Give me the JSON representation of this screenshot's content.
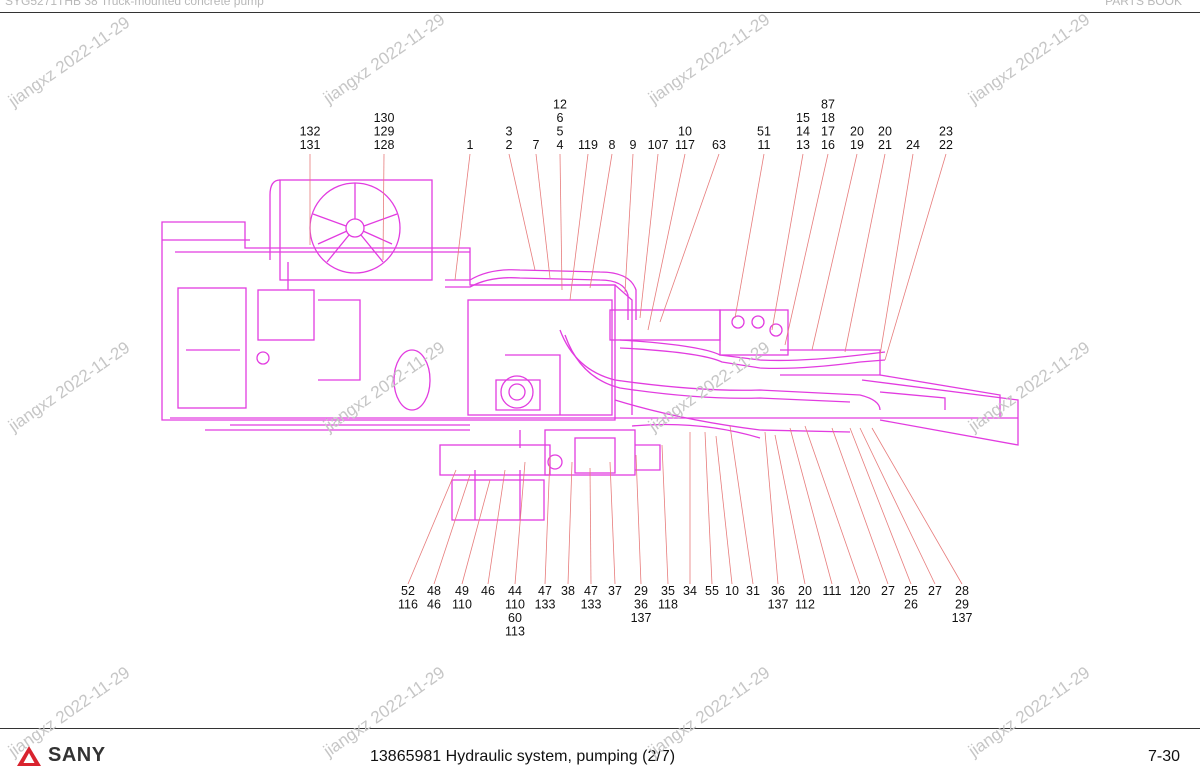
{
  "header": {
    "left_text": "SYG5271THB 38 Truck-mounted concrete pump",
    "right_text": "PARTS BOOK"
  },
  "watermark": "jiangxz 2022-11-29",
  "footer": {
    "brand": "SANY",
    "title": "13865981 Hydraulic system, pumping (2/7)",
    "page": "7-30"
  },
  "colors": {
    "drawing": "#e23ce0",
    "leader": "#e77c7c",
    "text": "#111111",
    "watermark": "#c6c6c6"
  },
  "callouts_top": [
    {
      "lines": [
        "132",
        "131"
      ]
    },
    {
      "lines": [
        "130",
        "129",
        "128"
      ]
    },
    {
      "lines": [
        "1"
      ]
    },
    {
      "lines": [
        "3",
        "2"
      ]
    },
    {
      "lines": [
        "7"
      ]
    },
    {
      "lines": [
        "12",
        "6",
        "5",
        "4"
      ]
    },
    {
      "lines": [
        "119"
      ]
    },
    {
      "lines": [
        "8"
      ]
    },
    {
      "lines": [
        "9"
      ]
    },
    {
      "lines": [
        "107"
      ]
    },
    {
      "lines": [
        "10",
        "117"
      ]
    },
    {
      "lines": [
        "63"
      ]
    },
    {
      "lines": [
        "51",
        "11"
      ]
    },
    {
      "lines": [
        "15",
        "14",
        "13"
      ]
    },
    {
      "lines": [
        "87",
        "18",
        "17",
        "16"
      ]
    },
    {
      "lines": [
        "20",
        "19"
      ]
    },
    {
      "lines": [
        "20",
        "21"
      ]
    },
    {
      "lines": [
        "24"
      ]
    },
    {
      "lines": [
        "23",
        "22"
      ]
    }
  ],
  "callouts_bottom": [
    {
      "lines": [
        "52",
        "116"
      ]
    },
    {
      "lines": [
        "48",
        "46"
      ]
    },
    {
      "lines": [
        "49",
        "110"
      ]
    },
    {
      "lines": [
        "46"
      ]
    },
    {
      "lines": [
        "44",
        "110",
        "60",
        "113"
      ]
    },
    {
      "lines": [
        "47",
        "133"
      ]
    },
    {
      "lines": [
        "38"
      ]
    },
    {
      "lines": [
        "47",
        "133"
      ]
    },
    {
      "lines": [
        "37"
      ]
    },
    {
      "lines": [
        "29",
        "36",
        "137"
      ]
    },
    {
      "lines": [
        "35",
        "118"
      ]
    },
    {
      "lines": [
        "34"
      ]
    },
    {
      "lines": [
        "55"
      ]
    },
    {
      "lines": [
        "10"
      ]
    },
    {
      "lines": [
        "31"
      ]
    },
    {
      "lines": [
        "36",
        "137"
      ]
    },
    {
      "lines": [
        "20",
        "112"
      ]
    },
    {
      "lines": [
        "111"
      ]
    },
    {
      "lines": [
        "120"
      ]
    },
    {
      "lines": [
        "27"
      ]
    },
    {
      "lines": [
        "25",
        "26"
      ]
    },
    {
      "lines": [
        "27"
      ]
    },
    {
      "lines": [
        "28",
        "29",
        "137"
      ]
    }
  ]
}
